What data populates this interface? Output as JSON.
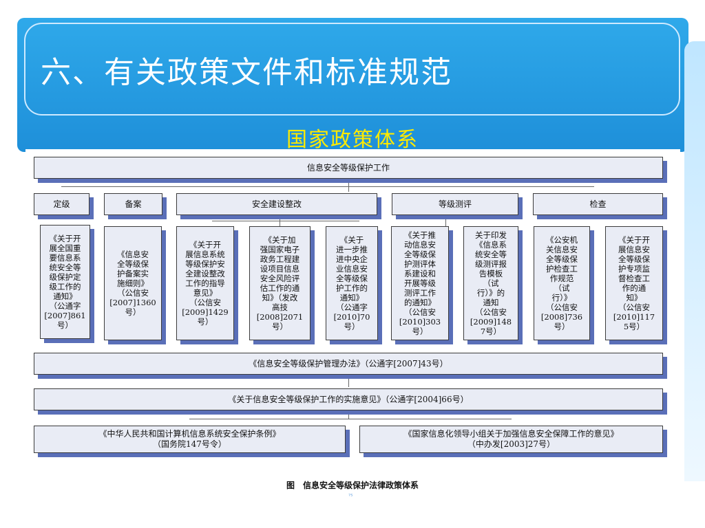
{
  "slide": {
    "title": "六、有关政策文件和标准规范",
    "subtitle": "国家政策体系"
  },
  "diagram": {
    "top": "信息安全等级保护工作",
    "categories": {
      "dingji": "定级",
      "beian": "备案",
      "jianshe": "安全建设整改",
      "cepingji": "等级测评",
      "jiancha": "检查"
    },
    "docs": [
      "《关于开\n展全国重\n要信息系\n统安全等\n级保护定\n级工作的\n通知》\n（公通字\n[2007]861\n号）",
      "《信息安\n全等级保\n护备案实\n施细则》\n（公信安\n[2007]1360\n号）",
      "《关于开\n展信息系统\n等级保护安\n全建设整改\n工作的指导\n意见》\n（公信安\n[2009]1429\n号）",
      "《关于加\n强国家电子\n政务工程建\n设项目信息\n安全风险评\n估工作的通\n知》（发改\n高技\n[2008]2071\n号）",
      "《关于\n进一步推\n进中央企\n业信息安\n全等级保\n护工作的\n通知》\n（公通字\n[2010]70\n号）",
      "《关于推\n动信息安\n全等级保\n护测评体\n系建设和\n开展等级\n测评工作\n的通知》\n（公信安\n[2010]303\n号）",
      "关于印发\n《信息系\n统安全等\n级测评报\n告模板\n（试\n行）》的\n通知\n（公信安\n[2009]148\n7号）",
      "《公安机\n关信息安\n全等级保\n护检查工\n作规范\n（试\n行）》\n（公信安\n[2008]736\n号）",
      "《关于开\n展信息安\n全等级保\n护专项监\n督检查工\n作的通\n知》\n（公信安\n[2010]117\n5号）"
    ],
    "management": "《信息安全等级保护管理办法》（公通字[2007]43号）",
    "implementation": "《关于信息安全等级保护工作的实施意见》（公通字[2004]66号）",
    "regulation": "《中华人民共和国计算机信息系统安全保护条例》\n（国务院147号令）",
    "opinion": "《国家信息化领导小组关于加强信息安全保障工作的意见》\n（中办发[2003]27号）",
    "caption": "图　信息安全等级保护法律政策体系"
  },
  "footer_mark": "⁷⁵"
}
